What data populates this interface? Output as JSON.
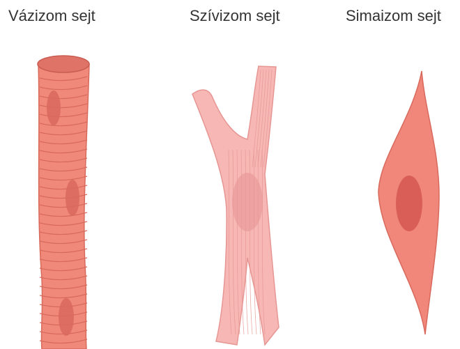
{
  "labels": {
    "skeletal": "Vázizom sejt",
    "cardiac": "Szívizom sejt",
    "smooth": "Simaizom sejt"
  },
  "colors": {
    "skeletal_fill": "#f0897a",
    "skeletal_stroke": "#d86a5c",
    "skeletal_nucleus": "#d9685f",
    "cardiac_fill": "#f6b7b5",
    "cardiac_stroke": "#e69693",
    "cardiac_nucleus": "#ea9a98",
    "smooth_fill": "#f0877a",
    "smooth_stroke": "#d8695d",
    "smooth_nucleus": "#d65a54"
  }
}
